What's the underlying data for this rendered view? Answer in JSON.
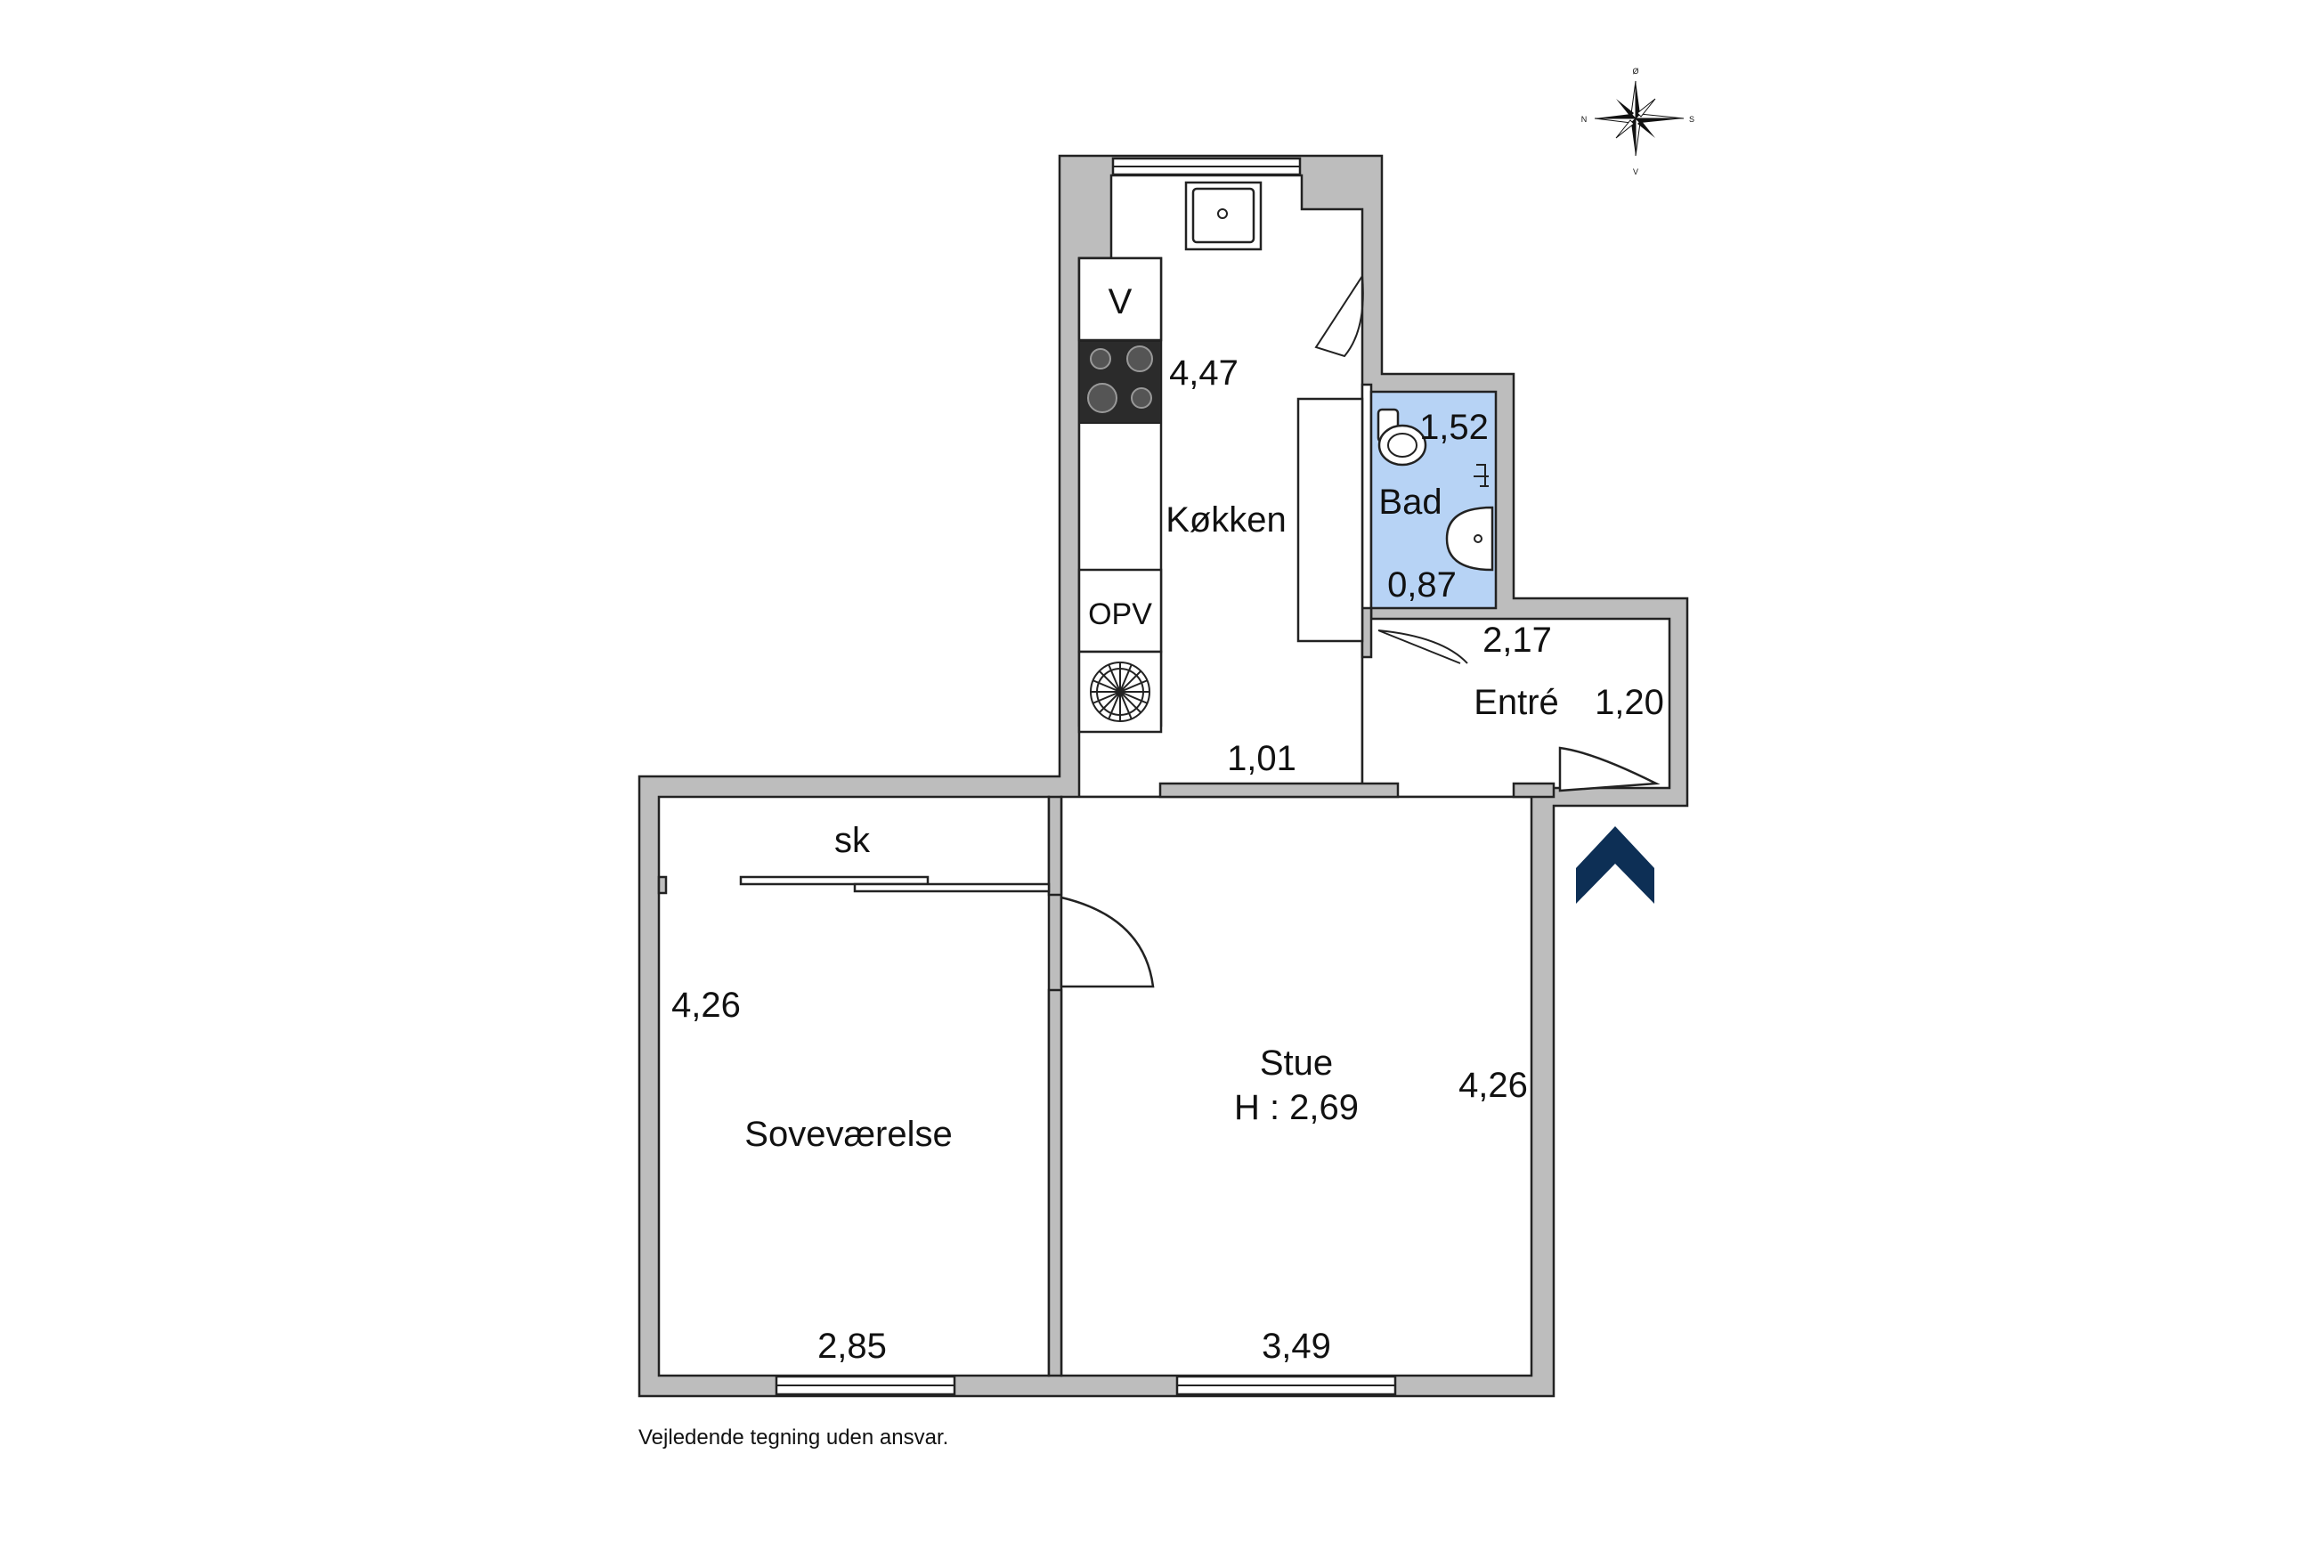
{
  "rooms": {
    "kitchen": "Køkken",
    "bath": "Bad",
    "entrance": "Entré",
    "living": "Stue",
    "living_height": "H : 2,69",
    "bedroom": "Soveværelse",
    "wardrobe": "sk"
  },
  "fixtures": {
    "washer": "V",
    "dishwasher": "OPV"
  },
  "dimensions": {
    "kitchen_length": "4,47",
    "kitchen_width": "1,01",
    "bath_length": "1,52",
    "bath_width": "0,87",
    "entrance_length": "2,17",
    "entrance_width": "1,20",
    "bedroom_length": "4,26",
    "bedroom_width": "2,85",
    "living_length": "4,26",
    "living_width": "3,49"
  },
  "compass": {
    "north": "N",
    "east": "Ø",
    "south": "S",
    "west": "V"
  },
  "footer": {
    "disclaimer": "Vejledende tegning uden ansvar."
  },
  "colors": {
    "wall": "#bdbdbd",
    "bath": "#b7d3f5",
    "entrance_arrow": "#0d2f55"
  }
}
